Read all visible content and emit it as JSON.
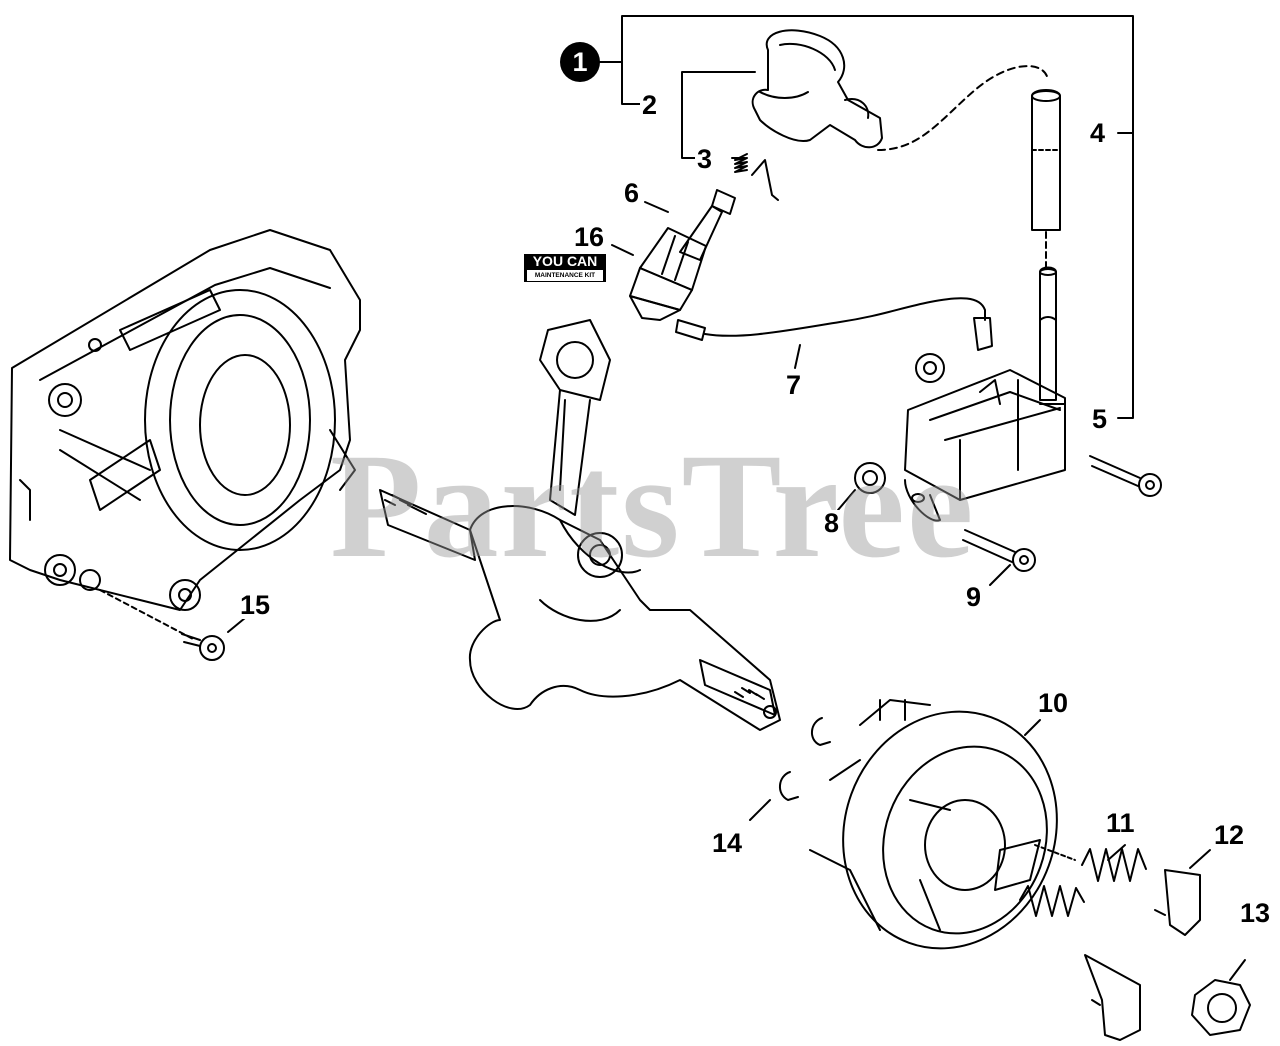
{
  "diagram": {
    "watermark": "PartsTree",
    "logo": {
      "line1": "YOU CAN",
      "line2": "MAINTENANCE KIT"
    },
    "callouts": {
      "c1": "1",
      "c2": "2",
      "c3": "3",
      "c4": "4",
      "c5": "5",
      "c6": "6",
      "c7": "7",
      "c8": "8",
      "c9": "9",
      "c10": "10",
      "c11": "11",
      "c12": "12",
      "c13": "13",
      "c14": "14",
      "c15": "15",
      "c16": "16"
    }
  }
}
